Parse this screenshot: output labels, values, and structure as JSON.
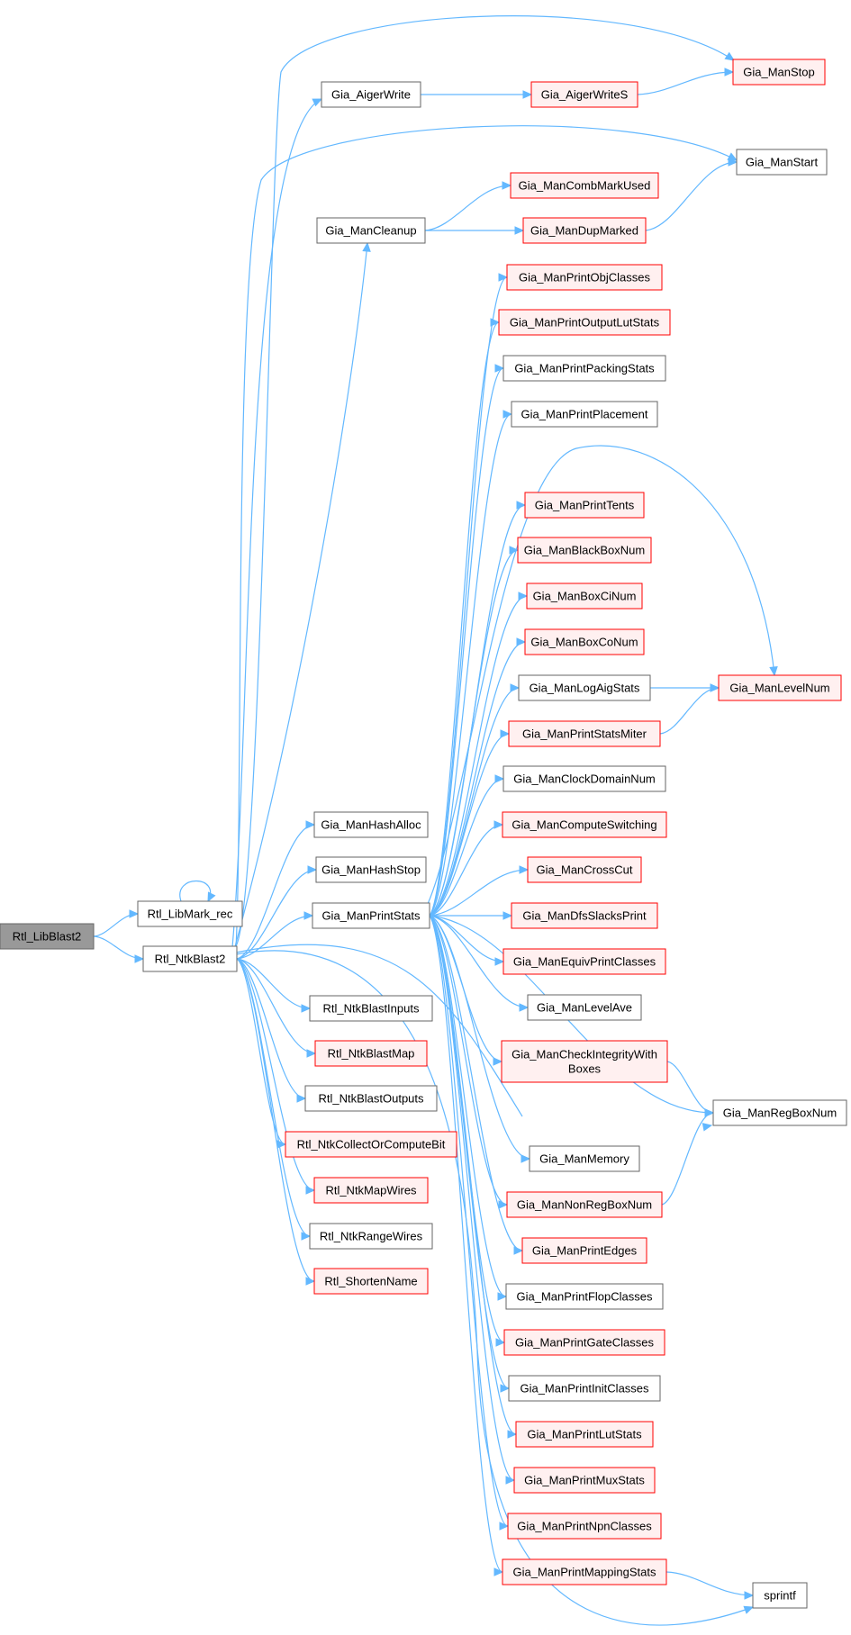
{
  "colors": {
    "edge": "#63b8ff",
    "root_fill": "#999999",
    "root_border": "#666666",
    "plain_fill": "#ffffff",
    "plain_border": "#666666",
    "red_fill": "#fff0f0",
    "red_border": "#ff0000"
  },
  "nodes": [
    {
      "id": "Rtl_LibBlast2",
      "label": "Rtl_LibBlast2",
      "style": "root"
    },
    {
      "id": "Rtl_LibMark_rec",
      "label": "Rtl_LibMark_rec",
      "style": "plain"
    },
    {
      "id": "Rtl_NtkBlast2",
      "label": "Rtl_NtkBlast2",
      "style": "plain"
    },
    {
      "id": "Gia_AigerWrite",
      "label": "Gia_AigerWrite",
      "style": "plain"
    },
    {
      "id": "Gia_AigerWriteS",
      "label": "Gia_AigerWriteS",
      "style": "red"
    },
    {
      "id": "Gia_ManStop",
      "label": "Gia_ManStop",
      "style": "red"
    },
    {
      "id": "Gia_ManStart",
      "label": "Gia_ManStart",
      "style": "plain"
    },
    {
      "id": "Gia_ManCleanup",
      "label": "Gia_ManCleanup",
      "style": "plain"
    },
    {
      "id": "Gia_ManCombMarkUsed",
      "label": "Gia_ManCombMarkUsed",
      "style": "red"
    },
    {
      "id": "Gia_ManDupMarked",
      "label": "Gia_ManDupMarked",
      "style": "red"
    },
    {
      "id": "Gia_ManPrintObjClasses",
      "label": "Gia_ManPrintObjClasses",
      "style": "red"
    },
    {
      "id": "Gia_ManPrintOutputLutStats",
      "label": "Gia_ManPrintOutputLutStats",
      "style": "red"
    },
    {
      "id": "Gia_ManPrintPackingStats",
      "label": "Gia_ManPrintPackingStats",
      "style": "plain"
    },
    {
      "id": "Gia_ManPrintPlacement",
      "label": "Gia_ManPrintPlacement",
      "style": "plain"
    },
    {
      "id": "Gia_ManPrintTents",
      "label": "Gia_ManPrintTents",
      "style": "red"
    },
    {
      "id": "Gia_ManBlackBoxNum",
      "label": "Gia_ManBlackBoxNum",
      "style": "red"
    },
    {
      "id": "Gia_ManBoxCiNum",
      "label": "Gia_ManBoxCiNum",
      "style": "red"
    },
    {
      "id": "Gia_ManBoxCoNum",
      "label": "Gia_ManBoxCoNum",
      "style": "red"
    },
    {
      "id": "Gia_ManLogAigStats",
      "label": "Gia_ManLogAigStats",
      "style": "plain"
    },
    {
      "id": "Gia_ManLevelNum",
      "label": "Gia_ManLevelNum",
      "style": "red"
    },
    {
      "id": "Gia_ManPrintStatsMiter",
      "label": "Gia_ManPrintStatsMiter",
      "style": "red"
    },
    {
      "id": "Gia_ManClockDomainNum",
      "label": "Gia_ManClockDomainNum",
      "style": "plain"
    },
    {
      "id": "Gia_ManComputeSwitching",
      "label": "Gia_ManComputeSwitching",
      "style": "red"
    },
    {
      "id": "Gia_ManHashAlloc",
      "label": "Gia_ManHashAlloc",
      "style": "plain"
    },
    {
      "id": "Gia_ManCrossCut",
      "label": "Gia_ManCrossCut",
      "style": "red"
    },
    {
      "id": "Gia_ManHashStop",
      "label": "Gia_ManHashStop",
      "style": "plain"
    },
    {
      "id": "Gia_ManPrintStats",
      "label": "Gia_ManPrintStats",
      "style": "plain"
    },
    {
      "id": "Gia_ManDfsSlacksPrint",
      "label": "Gia_ManDfsSlacksPrint",
      "style": "red"
    },
    {
      "id": "Gia_ManEquivPrintClasses",
      "label": "Gia_ManEquivPrintClasses",
      "style": "red"
    },
    {
      "id": "Rtl_NtkBlastInputs",
      "label": "Rtl_NtkBlastInputs",
      "style": "plain"
    },
    {
      "id": "Gia_ManLevelAve",
      "label": "Gia_ManLevelAve",
      "style": "plain"
    },
    {
      "id": "Rtl_NtkBlastMap",
      "label": "Rtl_NtkBlastMap",
      "style": "red"
    },
    {
      "id": "Gia_ManCheckIntegrityWithBoxes",
      "label": "Gia_ManCheckIntegrityWith\nBoxes",
      "style": "red"
    },
    {
      "id": "Rtl_NtkBlastOutputs",
      "label": "Rtl_NtkBlastOutputs",
      "style": "plain"
    },
    {
      "id": "Gia_ManRegBoxNum",
      "label": "Gia_ManRegBoxNum",
      "style": "plain"
    },
    {
      "id": "Rtl_NtkCollectOrComputeBit",
      "label": "Rtl_NtkCollectOrComputeBit",
      "style": "red"
    },
    {
      "id": "Gia_ManMemory",
      "label": "Gia_ManMemory",
      "style": "plain"
    },
    {
      "id": "Gia_ManNonRegBoxNum",
      "label": "Gia_ManNonRegBoxNum",
      "style": "red"
    },
    {
      "id": "Rtl_NtkMapWires",
      "label": "Rtl_NtkMapWires",
      "style": "red"
    },
    {
      "id": "Rtl_NtkRangeWires",
      "label": "Rtl_NtkRangeWires",
      "style": "plain"
    },
    {
      "id": "Gia_ManPrintEdges",
      "label": "Gia_ManPrintEdges",
      "style": "red"
    },
    {
      "id": "Rtl_ShortenName",
      "label": "Rtl_ShortenName",
      "style": "red"
    },
    {
      "id": "Gia_ManPrintFlopClasses",
      "label": "Gia_ManPrintFlopClasses",
      "style": "plain"
    },
    {
      "id": "Gia_ManPrintGateClasses",
      "label": "Gia_ManPrintGateClasses",
      "style": "red"
    },
    {
      "id": "Gia_ManPrintInitClasses",
      "label": "Gia_ManPrintInitClasses",
      "style": "plain"
    },
    {
      "id": "Gia_ManPrintLutStats",
      "label": "Gia_ManPrintLutStats",
      "style": "red"
    },
    {
      "id": "Gia_ManPrintMuxStats",
      "label": "Gia_ManPrintMuxStats",
      "style": "red"
    },
    {
      "id": "Gia_ManPrintNpnClasses",
      "label": "Gia_ManPrintNpnClasses",
      "style": "red"
    },
    {
      "id": "Gia_ManPrintMappingStats",
      "label": "Gia_ManPrintMappingStats",
      "style": "red"
    },
    {
      "id": "sprintf",
      "label": "sprintf",
      "style": "plain"
    }
  ],
  "edges": [
    {
      "from": "Rtl_LibBlast2",
      "to": "Rtl_LibMark_rec"
    },
    {
      "from": "Rtl_LibBlast2",
      "to": "Rtl_NtkBlast2"
    },
    {
      "from": "Rtl_LibMark_rec",
      "to": "Rtl_LibMark_rec"
    },
    {
      "from": "Rtl_NtkBlast2",
      "to": "Gia_AigerWrite"
    },
    {
      "from": "Rtl_NtkBlast2",
      "to": "Gia_ManStop"
    },
    {
      "from": "Rtl_NtkBlast2",
      "to": "Gia_ManStart"
    },
    {
      "from": "Rtl_NtkBlast2",
      "to": "Gia_ManCleanup"
    },
    {
      "from": "Rtl_NtkBlast2",
      "to": "Gia_ManHashAlloc"
    },
    {
      "from": "Rtl_NtkBlast2",
      "to": "Gia_ManHashStop"
    },
    {
      "from": "Rtl_NtkBlast2",
      "to": "Gia_ManPrintStats"
    },
    {
      "from": "Rtl_NtkBlast2",
      "to": "Rtl_NtkBlastInputs"
    },
    {
      "from": "Rtl_NtkBlast2",
      "to": "Rtl_NtkBlastMap"
    },
    {
      "from": "Rtl_NtkBlast2",
      "to": "Rtl_NtkBlastOutputs"
    },
    {
      "from": "Rtl_NtkBlast2",
      "to": "Rtl_NtkCollectOrComputeBit"
    },
    {
      "from": "Rtl_NtkBlast2",
      "to": "Rtl_NtkMapWires"
    },
    {
      "from": "Rtl_NtkBlast2",
      "to": "Rtl_NtkRangeWires"
    },
    {
      "from": "Rtl_NtkBlast2",
      "to": "Rtl_ShortenName"
    },
    {
      "from": "Rtl_NtkBlast2",
      "to": "Gia_ManRegBoxNum"
    },
    {
      "from": "Rtl_NtkBlast2",
      "to": "sprintf"
    },
    {
      "from": "Gia_AigerWrite",
      "to": "Gia_AigerWriteS"
    },
    {
      "from": "Gia_AigerWriteS",
      "to": "Gia_ManStop"
    },
    {
      "from": "Gia_ManCleanup",
      "to": "Gia_ManCombMarkUsed"
    },
    {
      "from": "Gia_ManCleanup",
      "to": "Gia_ManDupMarked"
    },
    {
      "from": "Gia_ManDupMarked",
      "to": "Gia_ManStart"
    },
    {
      "from": "Gia_ManPrintStats",
      "to": "Gia_ManPrintObjClasses"
    },
    {
      "from": "Gia_ManPrintStats",
      "to": "Gia_ManPrintOutputLutStats"
    },
    {
      "from": "Gia_ManPrintStats",
      "to": "Gia_ManPrintPackingStats"
    },
    {
      "from": "Gia_ManPrintStats",
      "to": "Gia_ManPrintPlacement"
    },
    {
      "from": "Gia_ManPrintStats",
      "to": "Gia_ManLevelNum"
    },
    {
      "from": "Gia_ManPrintStats",
      "to": "Gia_ManPrintTents"
    },
    {
      "from": "Gia_ManPrintStats",
      "to": "Gia_ManBlackBoxNum"
    },
    {
      "from": "Gia_ManPrintStats",
      "to": "Gia_ManBoxCiNum"
    },
    {
      "from": "Gia_ManPrintStats",
      "to": "Gia_ManBoxCoNum"
    },
    {
      "from": "Gia_ManPrintStats",
      "to": "Gia_ManLogAigStats"
    },
    {
      "from": "Gia_ManPrintStats",
      "to": "Gia_ManPrintStatsMiter"
    },
    {
      "from": "Gia_ManPrintStats",
      "to": "Gia_ManClockDomainNum"
    },
    {
      "from": "Gia_ManPrintStats",
      "to": "Gia_ManComputeSwitching"
    },
    {
      "from": "Gia_ManPrintStats",
      "to": "Gia_ManCrossCut"
    },
    {
      "from": "Gia_ManPrintStats",
      "to": "Gia_ManDfsSlacksPrint"
    },
    {
      "from": "Gia_ManPrintStats",
      "to": "Gia_ManEquivPrintClasses"
    },
    {
      "from": "Gia_ManPrintStats",
      "to": "Gia_ManLevelAve"
    },
    {
      "from": "Gia_ManPrintStats",
      "to": "Gia_ManCheckIntegrityWithBoxes"
    },
    {
      "from": "Gia_ManPrintStats",
      "to": "Gia_ManRegBoxNum"
    },
    {
      "from": "Gia_ManPrintStats",
      "to": "Gia_ManMemory"
    },
    {
      "from": "Gia_ManPrintStats",
      "to": "Gia_ManNonRegBoxNum"
    },
    {
      "from": "Gia_ManPrintStats",
      "to": "Gia_ManPrintEdges"
    },
    {
      "from": "Gia_ManPrintStats",
      "to": "Gia_ManPrintFlopClasses"
    },
    {
      "from": "Gia_ManPrintStats",
      "to": "Gia_ManPrintGateClasses"
    },
    {
      "from": "Gia_ManPrintStats",
      "to": "Gia_ManPrintInitClasses"
    },
    {
      "from": "Gia_ManPrintStats",
      "to": "Gia_ManPrintLutStats"
    },
    {
      "from": "Gia_ManPrintStats",
      "to": "Gia_ManPrintMuxStats"
    },
    {
      "from": "Gia_ManPrintStats",
      "to": "Gia_ManPrintNpnClasses"
    },
    {
      "from": "Gia_ManPrintStats",
      "to": "Gia_ManPrintMappingStats"
    },
    {
      "from": "Gia_ManLogAigStats",
      "to": "Gia_ManLevelNum"
    },
    {
      "from": "Gia_ManPrintStatsMiter",
      "to": "Gia_ManLevelNum"
    },
    {
      "from": "Gia_ManCheckIntegrityWithBoxes",
      "to": "Gia_ManRegBoxNum"
    },
    {
      "from": "Gia_ManNonRegBoxNum",
      "to": "Gia_ManRegBoxNum"
    },
    {
      "from": "Gia_ManPrintMappingStats",
      "to": "sprintf"
    }
  ]
}
